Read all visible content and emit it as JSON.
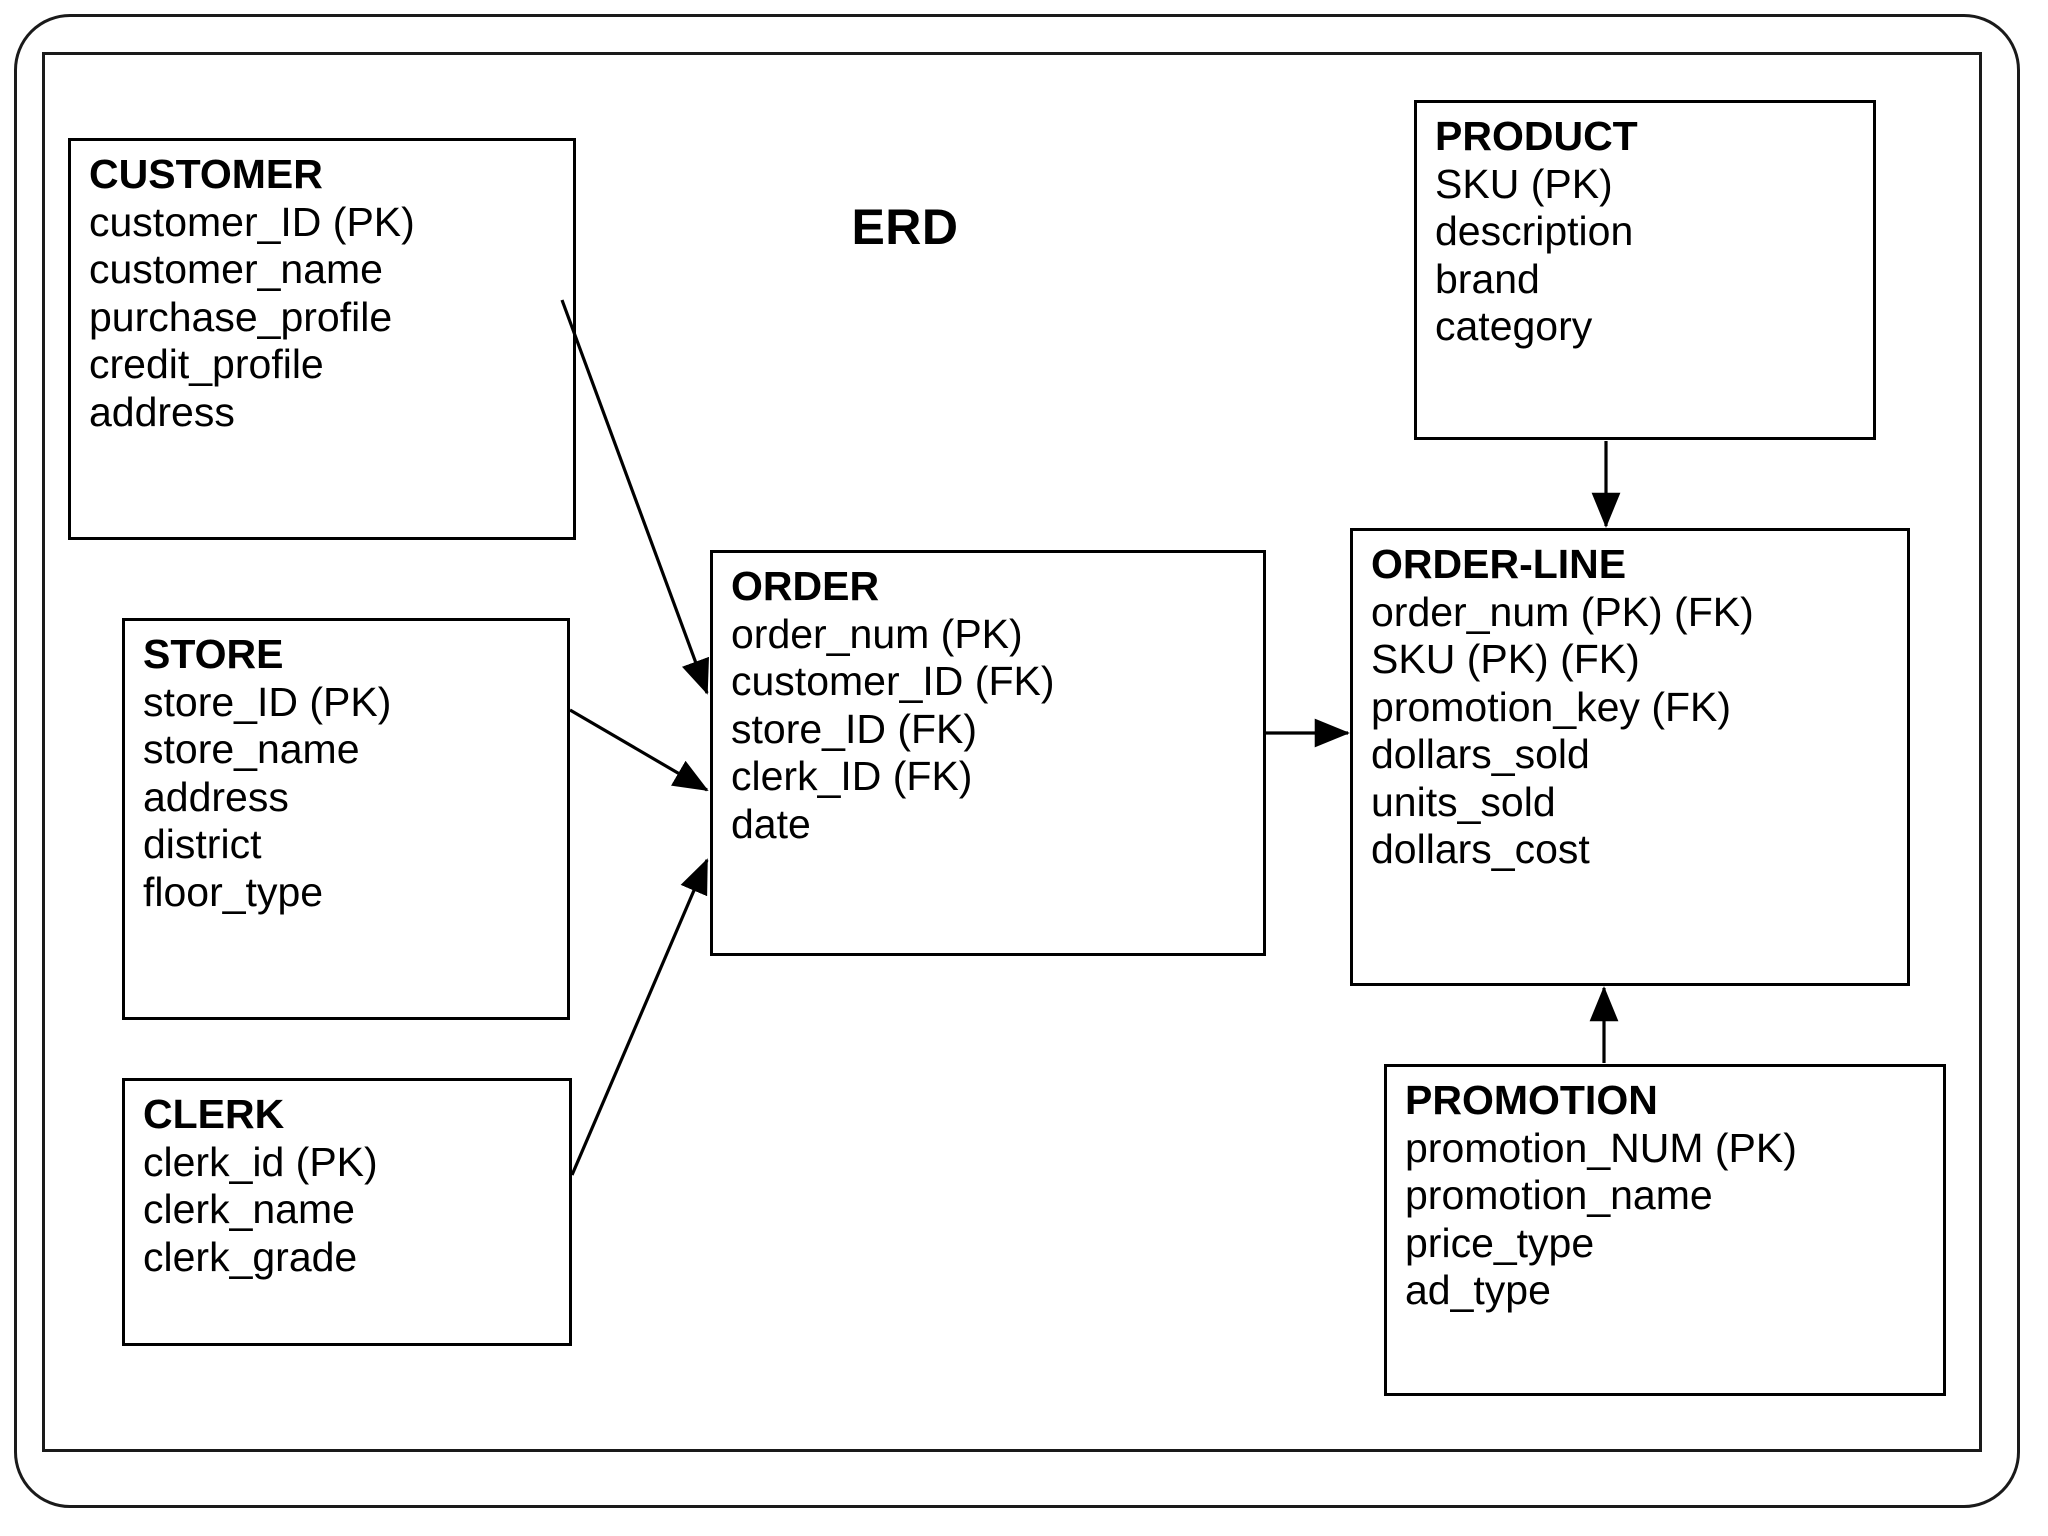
{
  "diagram": {
    "title": "ERD",
    "entities": [
      {
        "id": "customer",
        "name": "CUSTOMER",
        "attributes": [
          "customer_ID (PK)",
          "customer_name",
          "purchase_profile",
          "credit_profile",
          "address"
        ]
      },
      {
        "id": "store",
        "name": "STORE",
        "attributes": [
          "store_ID (PK)",
          "store_name",
          "address",
          "district",
          "floor_type"
        ]
      },
      {
        "id": "clerk",
        "name": "CLERK",
        "attributes": [
          "clerk_id (PK)",
          "clerk_name",
          "clerk_grade"
        ]
      },
      {
        "id": "order",
        "name": "ORDER",
        "attributes": [
          "order_num (PK)",
          "customer_ID (FK)",
          "store_ID (FK)",
          "clerk_ID (FK)",
          "date"
        ]
      },
      {
        "id": "product",
        "name": "PRODUCT",
        "attributes": [
          "SKU (PK)",
          "description",
          "brand",
          "category"
        ]
      },
      {
        "id": "orderline",
        "name": "ORDER-LINE",
        "attributes": [
          "order_num (PK) (FK)",
          "SKU (PK) (FK)",
          "promotion_key (FK)",
          "dollars_sold",
          "units_sold",
          "dollars_cost"
        ]
      },
      {
        "id": "promotion",
        "name": "PROMOTION",
        "attributes": [
          "promotion_NUM (PK)",
          "promotion_name",
          "price_type",
          "ad_type"
        ]
      }
    ],
    "relationships": [
      {
        "from": "CUSTOMER",
        "to": "ORDER"
      },
      {
        "from": "STORE",
        "to": "ORDER"
      },
      {
        "from": "CLERK",
        "to": "ORDER"
      },
      {
        "from": "ORDER",
        "to": "ORDER-LINE"
      },
      {
        "from": "PRODUCT",
        "to": "ORDER-LINE"
      },
      {
        "from": "PROMOTION",
        "to": "ORDER-LINE"
      }
    ],
    "colors": {
      "stroke": "#000000",
      "background": "#ffffff",
      "text": "#000000"
    }
  }
}
